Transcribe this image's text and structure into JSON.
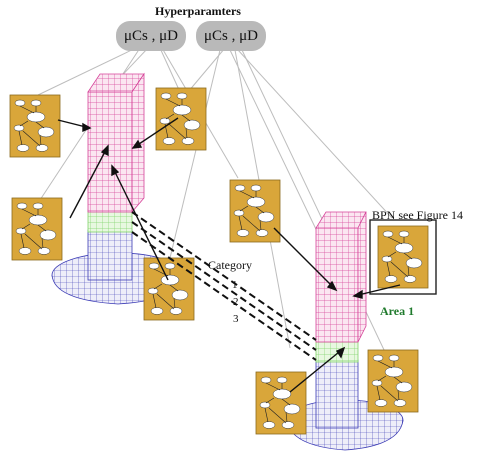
{
  "header": {
    "title": "Hyperparamters"
  },
  "hyperparameters": [
    {
      "label": "μCs , μD"
    },
    {
      "label": "μCs , μD"
    }
  ],
  "annotations": {
    "bpn_ref": "BPN see Figure 14",
    "category": "Category",
    "categories": [
      "1",
      "2",
      "3"
    ],
    "area": "Area 1"
  },
  "colors": {
    "bpn_panel": "#d9a63a",
    "mesh_top": "#d6449a",
    "mesh_mid": "#7fd36a",
    "mesh_base": "#3b3bb5",
    "area_label": "#1f7a2c",
    "hyper_node": "#b9b9b9"
  }
}
